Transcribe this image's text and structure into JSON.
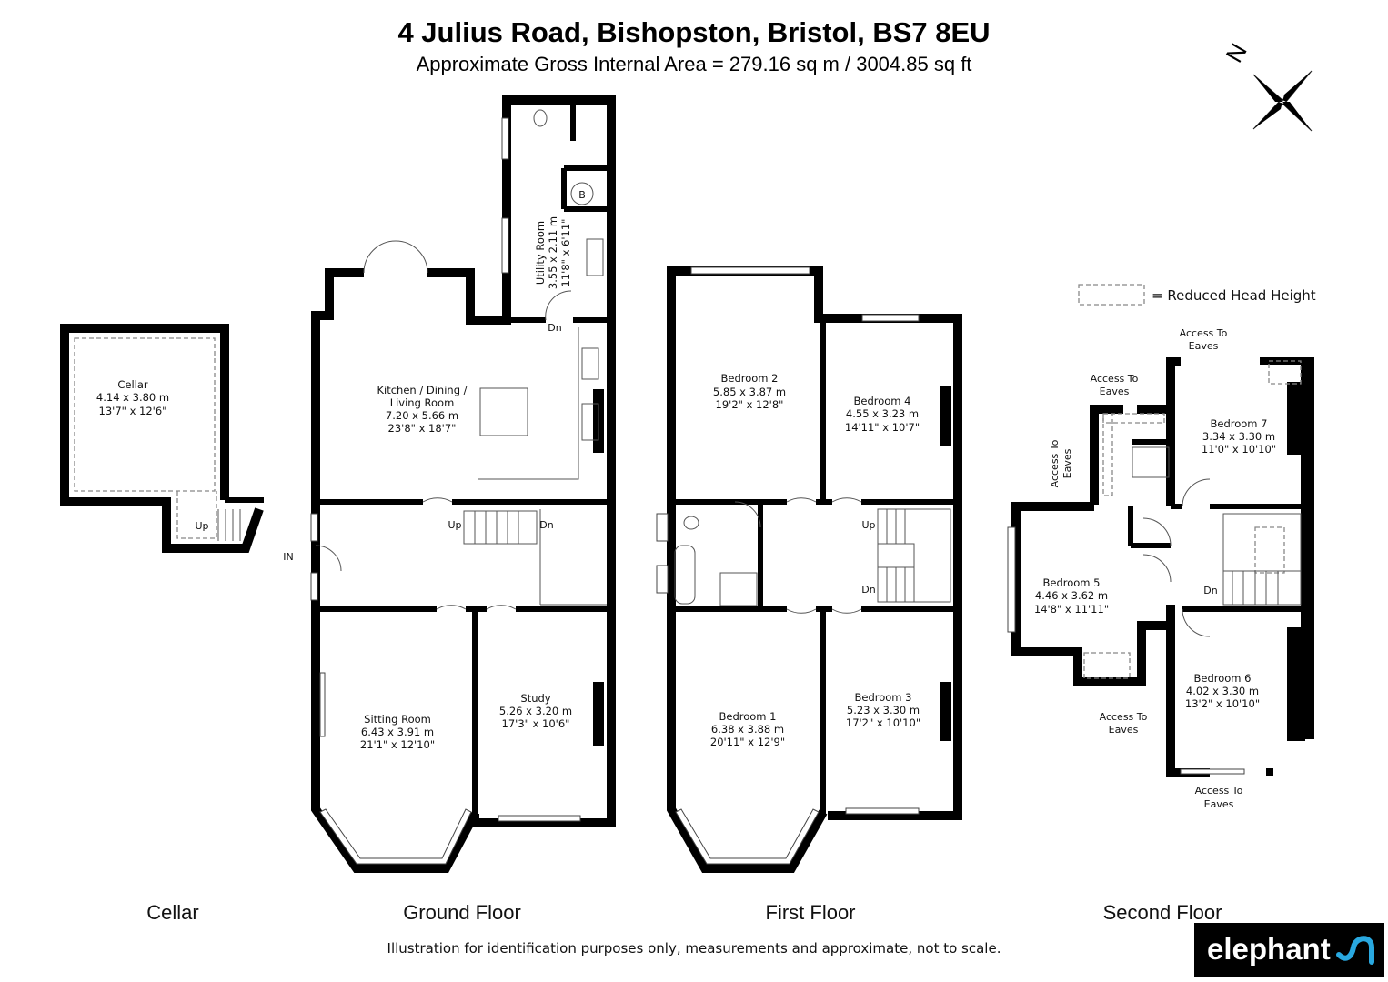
{
  "header": {
    "title": "4 Julius Road, Bishopston, Bristol, BS7 8EU",
    "subtitle": "Approximate Gross Internal Area = 279.16 sq m / 3004.85 sq ft"
  },
  "compass": {
    "label": "N"
  },
  "legend": {
    "label": "= Reduced Head Height"
  },
  "floors": {
    "cellar": "Cellar",
    "ground": "Ground Floor",
    "first": "First Floor",
    "second": "Second Floor"
  },
  "rooms": {
    "cellar": {
      "name": "Cellar",
      "m": "4.14 x 3.80 m",
      "ft": "13'7\" x 12'6\""
    },
    "kitchen": {
      "name1": "Kitchen / Dining /",
      "name2": "Living Room",
      "m": "7.20 x 5.66 m",
      "ft": "23'8\" x 18'7\""
    },
    "utility": {
      "name": "Utility Room",
      "m": "3.55 x 2.11 m",
      "ft": "11'8\" x 6'11\""
    },
    "sitting": {
      "name": "Sitting Room",
      "m": "6.43 x 3.91 m",
      "ft": "21'1\" x 12'10\""
    },
    "study": {
      "name": "Study",
      "m": "5.26 x 3.20 m",
      "ft": "17'3\" x 10'6\""
    },
    "bedroom1": {
      "name": "Bedroom 1",
      "m": "6.38 x 3.88 m",
      "ft": "20'11\" x 12'9\""
    },
    "bedroom2": {
      "name": "Bedroom 2",
      "m": "5.85 x 3.87 m",
      "ft": "19'2\" x 12'8\""
    },
    "bedroom3": {
      "name": "Bedroom 3",
      "m": "5.23 x 3.30 m",
      "ft": "17'2\" x 10'10\""
    },
    "bedroom4": {
      "name": "Bedroom 4",
      "m": "4.55 x 3.23 m",
      "ft": "14'11\" x 10'7\""
    },
    "bedroom5": {
      "name": "Bedroom 5",
      "m": "4.46 x 3.62 m",
      "ft": "14'8\" x 11'11\""
    },
    "bedroom6": {
      "name": "Bedroom 6",
      "m": "4.02 x 3.30 m",
      "ft": "13'2\" x 10'10\""
    },
    "bedroom7": {
      "name": "Bedroom 7",
      "m": "3.34 x 3.30 m",
      "ft": "11'0\" x 10'10\""
    }
  },
  "eaves": {
    "line1": "Access To",
    "line2": "Eaves"
  },
  "markers": {
    "in": "IN",
    "up": "Up",
    "dn": "Dn",
    "boiler": "B"
  },
  "footer": {
    "disclaimer": "Illustration for identification purposes only, measurements and approximate, not to scale."
  },
  "logo": {
    "text": "elephant",
    "accent_color": "#29a8e0"
  }
}
